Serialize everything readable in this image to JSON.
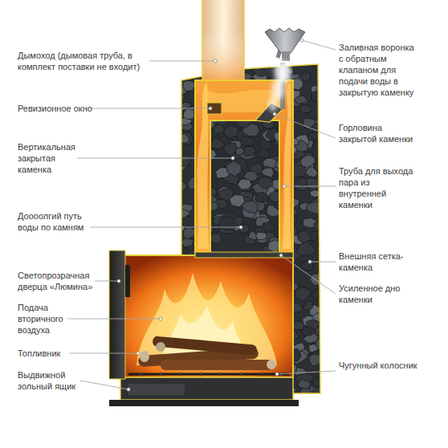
{
  "diagram": {
    "labels": [
      "Дымоход (дымовая труба, в комплект поставки не входит)",
      "Ревизионное окно",
      "Вертикальная закрытая каменка",
      "Доооолгий путь воды по камням",
      "Светопрозрачная дверца «Люмина»",
      "Подача вторичного воздуха",
      "Топливник",
      "Выдвижной зольный ящик",
      "Заливная воронка с обратным клапаном для подачи воды в закрытую каменку",
      "Горловина закрытой каменки",
      "Труба для выхода пара из внутренней каменки",
      "Внешняя сетка-каменка",
      "Усиленное дно каменки",
      "Чугунный колосник"
    ]
  }
}
